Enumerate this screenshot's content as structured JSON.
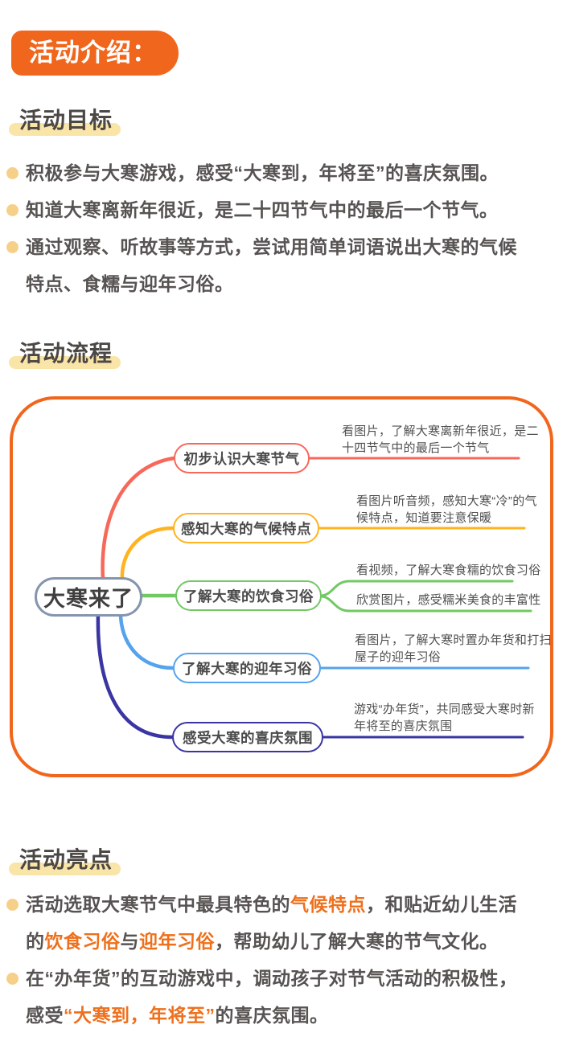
{
  "header": {
    "badge": "活动介绍："
  },
  "colors": {
    "accent_orange": "#F1661D",
    "title_marker_yellow": "#FAE5A8",
    "bullet_yellow": "#F6D089",
    "highlight_text_orange": "#EE701C",
    "branch_red": "#F8685A",
    "branch_amber": "#FFB320",
    "branch_green": "#72C863",
    "branch_blue": "#55A3EC",
    "branch_navy": "#3A35A3",
    "root_border_gray": "#8495AD"
  },
  "sections": {
    "goals": {
      "title": "活动目标",
      "items": [
        "积极参与大寒游戏，感受“大寒到，年将至”的喜庆氛围。",
        "知道大寒离新年很近，是二十四节气中的最后一个节气。",
        "通过观察、听故事等方式，尝试用简单词语说出大寒的气候特点、食糯与迎年习俗。"
      ]
    },
    "flow": {
      "title": "活动流程",
      "mindmap": {
        "root": "大寒来了",
        "branches": [
          {
            "label": "初步认识大寒节气",
            "color": "#F8685A",
            "notes": [
              "看图片，了解大寒离新年很近，是二十四节气中的最后一个节气"
            ]
          },
          {
            "label": "感知大寒的气候特点",
            "color": "#FFB320",
            "notes": [
              "看图片听音频，感知大寒“冷”的气候特点，知道要注意保暖"
            ]
          },
          {
            "label": "了解大寒的饮食习俗",
            "color": "#72C863",
            "notes": [
              "看视频，了解大寒食糯的饮食习俗",
              "欣赏图片，感受糯米美食的丰富性"
            ]
          },
          {
            "label": "了解大寒的迎年习俗",
            "color": "#55A3EC",
            "notes": [
              "看图片，了解大寒时置办年货和打扫屋子的迎年习俗"
            ]
          },
          {
            "label": "感受大寒的喜庆氛围",
            "color": "#3A35A3",
            "notes": [
              "游戏“办年货”，共同感受大寒时新年将至的喜庆氛围"
            ]
          }
        ]
      }
    },
    "highlights": {
      "title": "活动亮点",
      "items": [
        {
          "segments": [
            {
              "t": "活动选取大寒节气中最具特色的"
            },
            {
              "t": "气候特点",
              "hl": true
            },
            {
              "t": "，和贴近幼儿生活的"
            },
            {
              "t": "饮食习俗",
              "hl": true
            },
            {
              "t": "与"
            },
            {
              "t": "迎年习俗",
              "hl": true
            },
            {
              "t": "，帮助幼儿了解大寒的节气文化。"
            }
          ]
        },
        {
          "segments": [
            {
              "t": "在“办年货”的互动游戏中，调动孩子对节气活动的积极性，感受"
            },
            {
              "t": "“大寒到，年将至”",
              "hl": true
            },
            {
              "t": "的喜庆氛围。"
            }
          ]
        }
      ]
    }
  }
}
